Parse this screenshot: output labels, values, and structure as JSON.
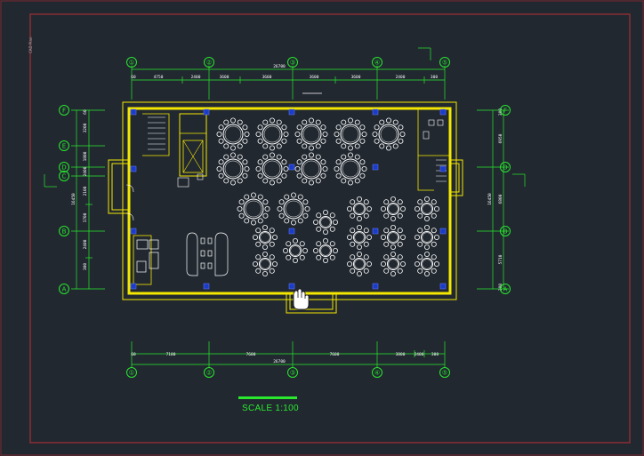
{
  "title_block_text": "CAD Plan",
  "scale_label": "SCALE 1:100",
  "axis_top": [
    "①",
    "②",
    "③",
    "④",
    "⑤"
  ],
  "axis_bottom": [
    "①",
    "②",
    "③",
    "④",
    "⑤"
  ],
  "axis_left": [
    "F",
    "E",
    "D",
    "C",
    "B",
    "A"
  ],
  "axis_right": [
    "F",
    "D",
    "B",
    "A"
  ],
  "dims_top": [
    "60",
    "4750",
    "2400",
    "3600",
    "3600",
    "3600",
    "3600",
    "2400",
    "300"
  ],
  "dims_top_total": "26700",
  "dims_bottom": [
    "60",
    "7100",
    "7600",
    "7600",
    "3800",
    "2400",
    "300"
  ],
  "dims_bottom_total": "26700",
  "dims_left": [
    "60",
    "3200",
    "1800",
    "2400",
    "2100",
    "1700",
    "2400",
    "300"
  ],
  "dims_left_total": "16450",
  "dims_right": [
    "300",
    "6950",
    "6800",
    "5710",
    "300"
  ],
  "dims_right_total": "16450",
  "colors": {
    "background": "#212830",
    "frame": "#7a2a30",
    "grid": "#29e82e",
    "wall": "#f5e800",
    "furniture": "#ffffff",
    "column": "#1b3cc8"
  }
}
